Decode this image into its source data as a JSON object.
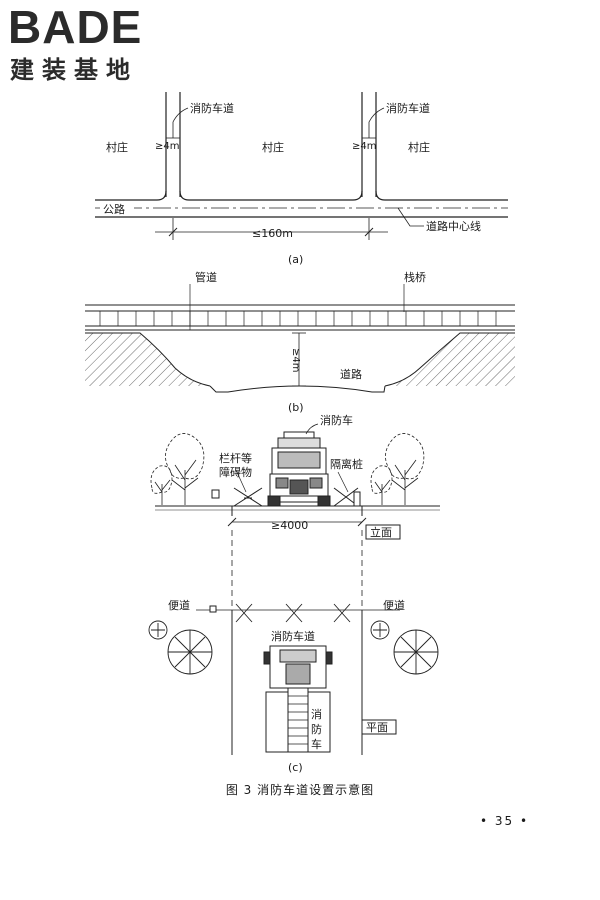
{
  "logo": {
    "main": "BADE",
    "sub": "建装基地"
  },
  "figure_a": {
    "road_label_left": "消防车道",
    "road_label_right": "消防车道",
    "width_left": "≥4m",
    "width_right": "≥4m",
    "village_1": "村庄",
    "village_2": "村庄",
    "village_3": "村庄",
    "highway": "公路",
    "spacing": "≤160m",
    "centerline": "道路中心线",
    "label": "(a)"
  },
  "figure_b": {
    "pipe": "管道",
    "trestle": "栈桥",
    "height": "≥4m",
    "road": "道路",
    "label": "(b)"
  },
  "figure_c": {
    "fire_truck": "消防车",
    "barrier": [
      "栏杆等",
      "障碍物"
    ],
    "bollard": "隔离桩",
    "width": "≥4000",
    "elevation": "立面",
    "sidewalk_left": "便道",
    "sidewalk_right": "便道",
    "lane": "消防车道",
    "truck_vertical": [
      "消",
      "防",
      "车"
    ],
    "plan": "平面",
    "label": "(c)"
  },
  "caption": "图 3    消防车道设置示意图",
  "page_number": "• 35 •"
}
